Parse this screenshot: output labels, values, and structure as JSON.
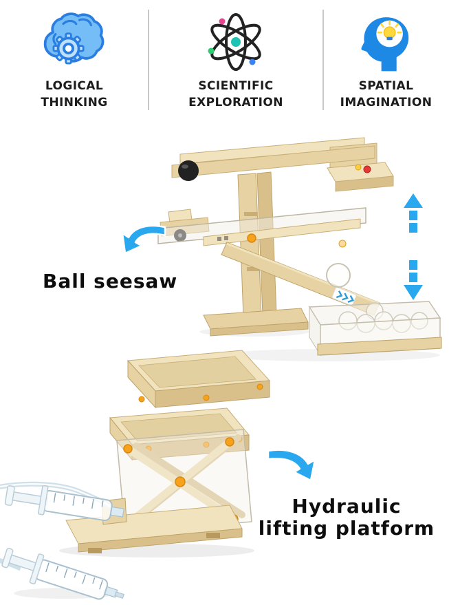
{
  "header": {
    "features": [
      {
        "line1": "LOGICAL",
        "line2": "THINKING",
        "icon": "brain-gear-icon"
      },
      {
        "line1": "SCIENTIFIC",
        "line2": "EXPLORATION",
        "icon": "atom-icon"
      },
      {
        "line1": "SPATIAL",
        "line2": "IMAGINATION",
        "icon": "head-lightbulb-icon"
      }
    ]
  },
  "annotations": {
    "ball_seesaw_label": "Ball seesaw",
    "hydraulic_label_line1": "Hydraulic",
    "hydraulic_label_line2": "lifting platform"
  },
  "colors": {
    "arrow_blue": "#29a8ef",
    "icon_blue": "#2a7de1",
    "head_blue": "#1e88e5",
    "atom_teal": "#1fc3b4",
    "bulb_yellow": "#ffd83d",
    "wood_light": "#f0e3bd",
    "wood_mid": "#e6d2a2",
    "wood_dark": "#d9c08b",
    "knob_orange": "#f6a21c",
    "accent_red": "#e53935",
    "text_dark": "#1c1c1c"
  }
}
